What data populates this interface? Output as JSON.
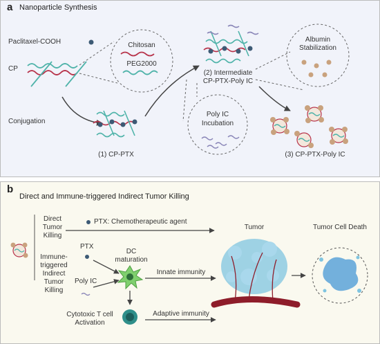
{
  "panel_a": {
    "letter": "a",
    "title": "Nanoparticle Synthesis",
    "paclitaxel": "Paclitaxel-COOH",
    "cp": "CP",
    "chitosan": "Chitosan",
    "peg": "PEG2000",
    "conjugation": "Conjugation",
    "step1": "(1) CP-PTX",
    "step2_line1": "(2) Intermediate",
    "step2_line2": "CP-PTX-Poly IC",
    "polyic_line1": "Poly IC",
    "polyic_line2": "Incubation",
    "albumin_line1": "Albumin",
    "albumin_line2": "Stabilization",
    "step3": "(3) CP-PTX-Poly IC"
  },
  "panel_b": {
    "letter": "b",
    "title": "Direct and Immune-triggered Indirect Tumor Killing",
    "direct": [
      "Direct",
      "Tumor",
      "Killing"
    ],
    "immune": [
      "Immune-",
      "triggered",
      "Indirect",
      "Tumor",
      "Killing"
    ],
    "ptx_agent": "PTX: Chemotherapeutic agent",
    "ptx": "PTX",
    "poly_ic": "Poly IC",
    "dc": [
      "DC",
      "maturation"
    ],
    "innate": "Innate immunity",
    "cytotoxic": [
      "Cytotoxic T cell",
      "Activation"
    ],
    "adaptive": "Adaptive immunity",
    "tumor": "Tumor",
    "tumor_death": "Tumor Cell Death"
  },
  "colors": {
    "teal": "#4fb3a9",
    "red": "#b7334a",
    "navy": "#3d5a75",
    "tan": "#c9a27e",
    "lavender": "#8a86b8",
    "cyan": "#7fc4e0",
    "green": "#7fcf6e",
    "tcell": "#2f8f8a"
  }
}
